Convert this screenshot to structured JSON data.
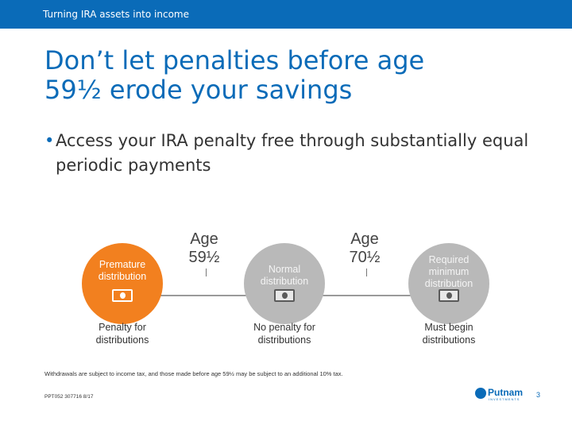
{
  "header": {
    "section_title": "Turning IRA assets into income"
  },
  "slide": {
    "title_line1": "Don’t let penalties before age",
    "title_line2": "59½ erode your savings",
    "bullet": "Access your IRA penalty free through substantially equal periodic payments"
  },
  "timeline": {
    "ages": [
      {
        "label": "Age 59½"
      },
      {
        "label": "Age 70½"
      }
    ],
    "stages": [
      {
        "circle_label": "Premature distribution",
        "caption": "Penalty for distributions",
        "color": "#f2801f",
        "icon": "money-icon"
      },
      {
        "circle_label": "Normal distribution",
        "caption": "No penalty for distributions",
        "color": "#b9b9b9",
        "icon": "money-icon"
      },
      {
        "circle_label": "Required minimum distribution",
        "caption": "Must begin distributions",
        "color": "#b9b9b9",
        "icon": "money-icon"
      }
    ]
  },
  "footer": {
    "footnote": "Withdrawals are subject to income tax, and those made before age 59½ may be subject to an additional 10% tax.",
    "code": "PPT052  307716  8/17",
    "logo": "Putnam",
    "logo_sub": "INVESTMENTS",
    "page_number": "3"
  },
  "colors": {
    "brand_blue": "#0a6bb8",
    "accent_orange": "#f2801f",
    "neutral_gray": "#b9b9b9"
  }
}
